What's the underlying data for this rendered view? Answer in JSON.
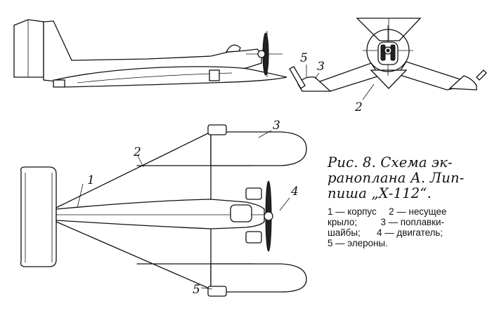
{
  "figure": {
    "callouts": {
      "n1": "1",
      "n2": "2",
      "n3": "3",
      "n4": "4",
      "n5": "5"
    },
    "caption": {
      "title_lines": [
        "Рис. 8. Схема эк-",
        "раноплана А. Лип-",
        "пиша „Х-112“."
      ],
      "legend": {
        "line1a": "1 — корпус",
        "line1b": "2 — несущее",
        "line2a": "крыло;",
        "line2b": "3 — поплавки-",
        "line3a": "шайбы;",
        "line3b": "4 — двигатель;",
        "line4": "5 — элероны."
      }
    }
  }
}
